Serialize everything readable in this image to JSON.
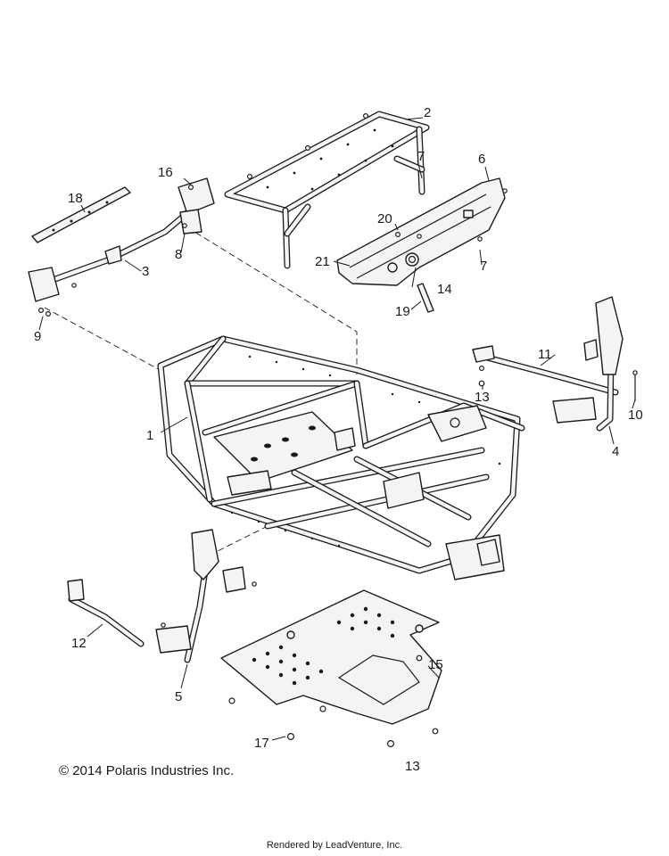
{
  "diagram": {
    "callouts": [
      {
        "id": "c1",
        "label": "1"
      },
      {
        "id": "c2",
        "label": "2"
      },
      {
        "id": "c3",
        "label": "3"
      },
      {
        "id": "c4",
        "label": "4"
      },
      {
        "id": "c5",
        "label": "5"
      },
      {
        "id": "c6",
        "label": "6"
      },
      {
        "id": "c7a",
        "label": "7"
      },
      {
        "id": "c7b",
        "label": "7"
      },
      {
        "id": "c8",
        "label": "8"
      },
      {
        "id": "c9",
        "label": "9"
      },
      {
        "id": "c10",
        "label": "10"
      },
      {
        "id": "c11",
        "label": "11"
      },
      {
        "id": "c12",
        "label": "12"
      },
      {
        "id": "c13a",
        "label": "13"
      },
      {
        "id": "c13b",
        "label": "13"
      },
      {
        "id": "c14",
        "label": "14"
      },
      {
        "id": "c15",
        "label": "15"
      },
      {
        "id": "c16",
        "label": "16"
      },
      {
        "id": "c17",
        "label": "17"
      },
      {
        "id": "c18",
        "label": "18"
      },
      {
        "id": "c19",
        "label": "19"
      },
      {
        "id": "c20",
        "label": "20"
      },
      {
        "id": "c21",
        "label": "21"
      }
    ]
  },
  "footer": {
    "copyright": "© 2014 Polaris Industries Inc.",
    "rendered_by": "Rendered by LeadVenture, Inc."
  }
}
